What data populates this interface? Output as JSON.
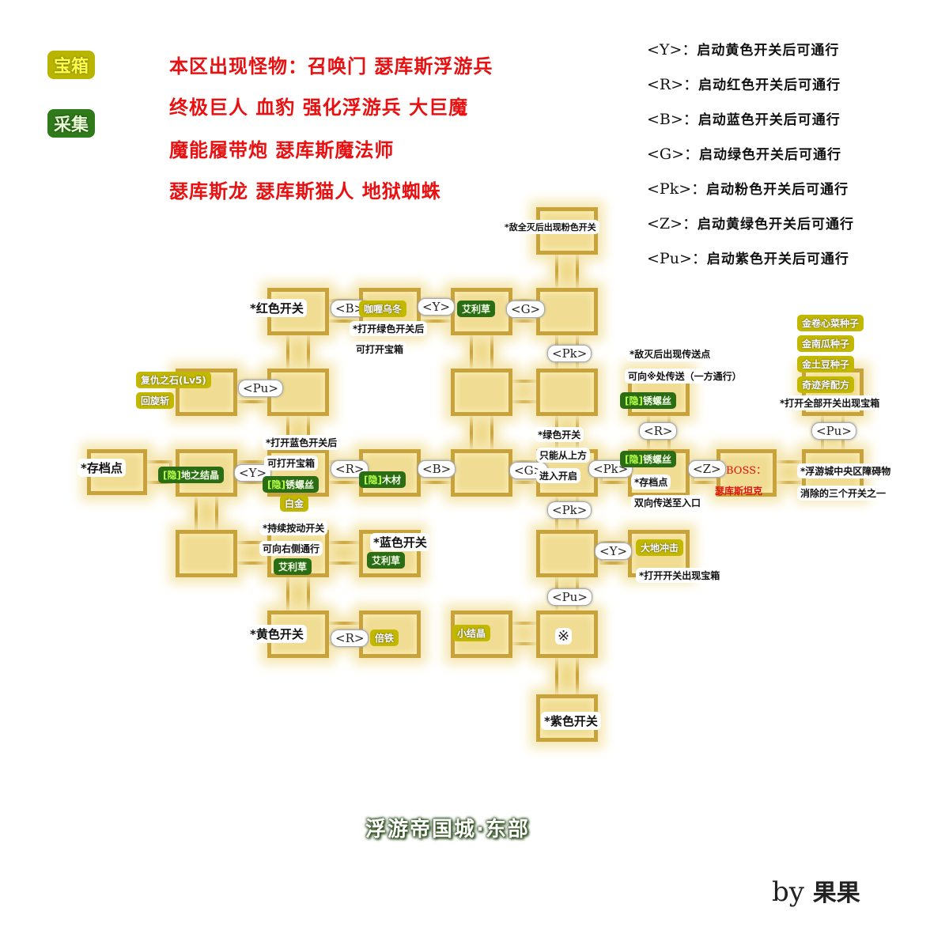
{
  "legend": {
    "chest_tag": "宝箱",
    "gather_tag": "采集",
    "monsters": [
      "本区出现怪物：召唤门 瑟库斯浮游兵",
      "终极巨人 血豹 强化浮游兵 大巨魔",
      "魔能履带炮 瑟库斯魔法师",
      "瑟库斯龙 瑟库斯猫人 地狱蜘蛛"
    ],
    "gates": [
      {
        "key": "<Y>：",
        "desc": "启动黄色开关后可通行"
      },
      {
        "key": "<R>：",
        "desc": "启动红色开关后可通行"
      },
      {
        "key": "<B>：",
        "desc": "启动蓝色开关后可通行"
      },
      {
        "key": "<G>：",
        "desc": "启动绿色开关后可通行"
      },
      {
        "key": "<Pk>：",
        "desc": "启动粉色开关后可通行"
      },
      {
        "key": "<Z>：",
        "desc": "启动黄绿色开关后可通行"
      },
      {
        "key": "<Pu>：",
        "desc": "启动紫色开关后可通行"
      }
    ]
  },
  "map": {
    "gate_labels": {
      "B": "<B>",
      "Y": "<Y>",
      "G": "<G>",
      "R": "<R>",
      "Pu": "<Pu>",
      "Pk": "<Pk>",
      "Z": "<Z>"
    },
    "notes": {
      "pink_appear": "*敌全灭后出现粉色开关",
      "red_switch": "*红色开关",
      "green_after_1": "*打开绿色开关后",
      "green_after_2": "可打开宝箱",
      "blue_after_1": "*打开蓝色开关后",
      "blue_after_2": "可打开宝箱",
      "save_point": "*存档点",
      "hold_switch_1": "*持续按动开关",
      "hold_switch_2": "可向右侧通行",
      "blue_switch": "*蓝色开关",
      "yellow_switch": "*黄色开关",
      "green_switch_1": "*绿色开关",
      "green_switch_2": "只能从上方",
      "green_switch_3": "进入开启",
      "teleport_1": "*敌灭后出现传送点",
      "teleport_2": "可向※处传送（一方通行）",
      "all_switch": "*打开全部开关出现宝箱",
      "save_point_2": "*存档点",
      "save_point_3": "双向传送至入口",
      "barrier_1": "*浮游城中央区障碍物",
      "barrier_2": "消除的三个开关之一",
      "open_switch_chest": "*打开开关出现宝箱",
      "purple_switch": "*紫色开关",
      "mark_symbol": "※"
    },
    "chests": {
      "kaboom": "咖喱乌冬",
      "revenge_1": "复仇之石(Lv5)",
      "revenge_2": "回旋斩",
      "gold": "白金",
      "double_iron": "倍铁",
      "small_crystal": "小结晶",
      "earth_strike": "大地冲击",
      "seed_1": "金卷心菜种子",
      "seed_2": "金南瓜种子",
      "seed_3": "金土豆种子",
      "axe_recipe": "奇迹斧配方"
    },
    "gathers": {
      "herb_1": "艾利草",
      "earth_crystal_prefix": "[隐]",
      "earth_crystal": "地之结晶",
      "screw_prefix": "[隐]",
      "screw": "锈螺丝",
      "wood_prefix": "[隐]",
      "wood": "木材",
      "herb_2": "艾利草",
      "herb_3": "艾利草",
      "screw2_prefix": "[隐]",
      "screw2": "锈螺丝",
      "screw3_prefix": "[隐]",
      "screw3": "锈螺丝"
    },
    "boss_label": "BOSS：",
    "boss_name": "瑟库斯坦克"
  },
  "title": "浮游帝国城·东部",
  "credit_by": "by",
  "credit_name": "果果"
}
